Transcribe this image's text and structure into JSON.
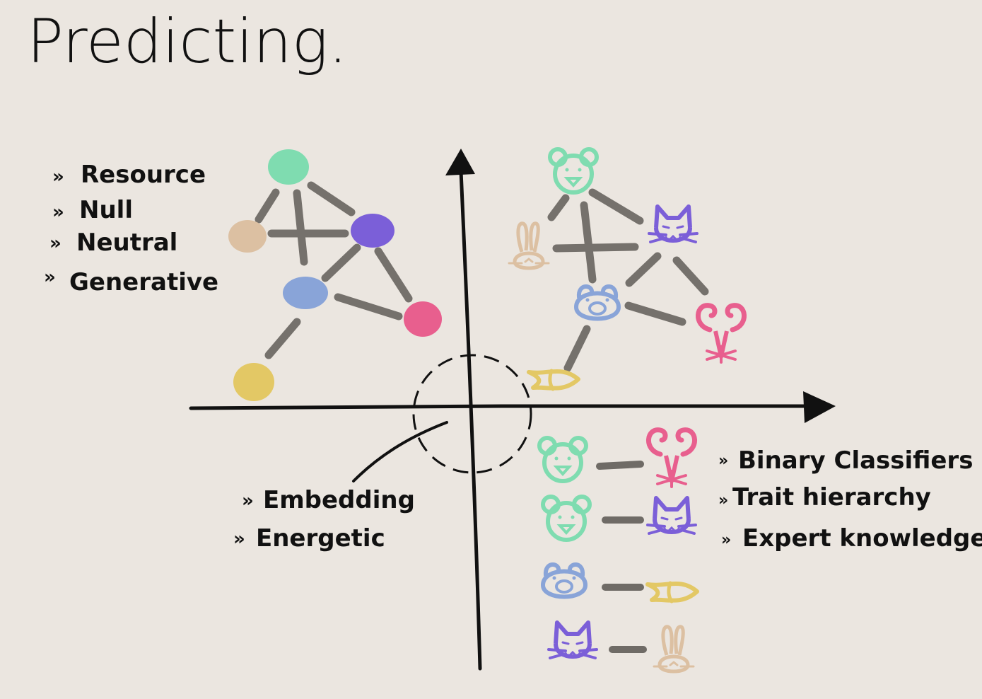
{
  "title": "Predicting.",
  "list_top_left": [
    "Resource",
    "Null",
    "Neutral",
    "Generative"
  ],
  "list_bottom_left": [
    "Embedding",
    "Energetic"
  ],
  "list_right": [
    "Binary Classifiers",
    "Trait hierarchy",
    "Expert knowledge"
  ],
  "bullet": "»",
  "colors": {
    "ink": "#111111",
    "edge": "#6f6b66",
    "bear": "#7fdcb0",
    "cat": "#7b5fd8",
    "rabbit": "#dcc0a2",
    "pig": "#89a4d8",
    "ram": "#e85f8e",
    "fish": "#e3c865"
  },
  "icons": [
    "bear-icon",
    "cat-icon",
    "rabbit-icon",
    "pig-icon",
    "ram-icon",
    "fish-icon"
  ]
}
